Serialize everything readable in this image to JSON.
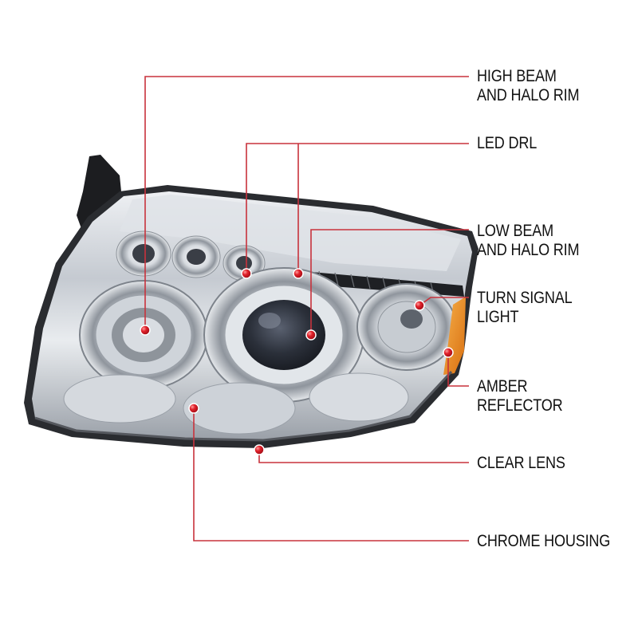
{
  "colors": {
    "leader_line": "#c8323c",
    "marker": "#d81e28",
    "text": "#111111",
    "chrome": "#b9bec6",
    "amber": "#e8861a"
  },
  "product_image": {
    "name": "chrome-projector-headlight"
  },
  "callouts": [
    {
      "id": "high-beam",
      "text": "HIGH BEAM\nAND HALO RIM"
    },
    {
      "id": "led-drl",
      "text": "LED DRL"
    },
    {
      "id": "low-beam",
      "text": "LOW BEAM\nAND HALO RIM"
    },
    {
      "id": "turn-signal",
      "text": "TURN SIGNAL LIGHT"
    },
    {
      "id": "amber-reflector",
      "text": "AMBER REFLECTOR"
    },
    {
      "id": "clear-lens",
      "text": "CLEAR LENS"
    },
    {
      "id": "chrome-housing",
      "text": "CHROME HOUSING"
    }
  ]
}
